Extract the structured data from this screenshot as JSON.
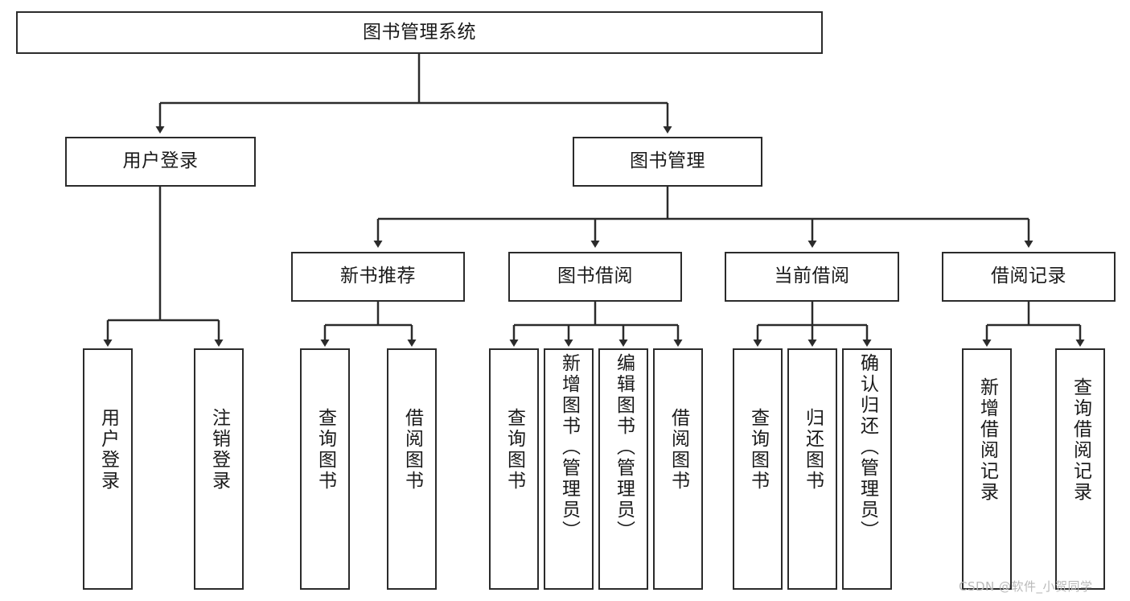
{
  "diagram": {
    "type": "tree-hierarchy-diagram",
    "title": "图书管理系统",
    "colors": {
      "box_border": "#2b2b2b",
      "box_fill": "#ffffff",
      "line": "#2b2b2b",
      "text": "#1a1a1a",
      "watermark": "#b9b9b9",
      "background": "#ffffff"
    },
    "root": {
      "label": "图书管理系统"
    },
    "level2": [
      {
        "id": "user-login",
        "label": "用户登录"
      },
      {
        "id": "book-management",
        "label": "图书管理"
      }
    ],
    "level3": [
      {
        "id": "new-book-recommend",
        "label": "新书推荐"
      },
      {
        "id": "book-borrow",
        "label": "图书借阅"
      },
      {
        "id": "current-borrow",
        "label": "当前借阅"
      },
      {
        "id": "borrow-record",
        "label": "借阅记录"
      }
    ],
    "leaves": {
      "user_login": [
        {
          "id": "leaf-user-login",
          "label": "用户登录"
        },
        {
          "id": "leaf-user-logout",
          "label": "注销登录"
        }
      ],
      "new_book_recommend": [
        {
          "id": "leaf-query-book-1",
          "label": "查询图书"
        },
        {
          "id": "leaf-borrow-book-1",
          "label": "借阅图书"
        }
      ],
      "book_borrow": [
        {
          "id": "leaf-query-book-2",
          "label": "查询图书"
        },
        {
          "id": "leaf-add-book",
          "label": "新增图书（管理员）"
        },
        {
          "id": "leaf-edit-book",
          "label": "编辑图书（管理员）"
        },
        {
          "id": "leaf-borrow-book-2",
          "label": "借阅图书"
        }
      ],
      "current_borrow": [
        {
          "id": "leaf-query-book-3",
          "label": "查询图书"
        },
        {
          "id": "leaf-return-book",
          "label": "归还图书"
        },
        {
          "id": "leaf-confirm-return",
          "label": "确认归还（管理员）"
        }
      ],
      "borrow_record": [
        {
          "id": "leaf-add-record",
          "label": "新增借阅记录"
        },
        {
          "id": "leaf-query-record",
          "label": "查询借阅记录"
        }
      ]
    },
    "watermark": "CSDN @软件_小贺同学"
  }
}
